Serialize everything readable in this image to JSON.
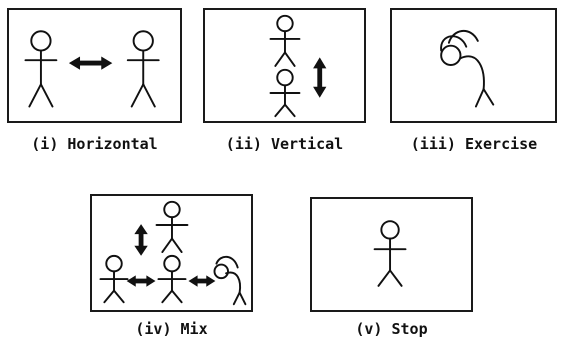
{
  "panels": [
    {
      "id": "i",
      "caption": "(i) Horizontal"
    },
    {
      "id": "ii",
      "caption": "(ii) Vertical"
    },
    {
      "id": "iii",
      "caption": "(iii) Exercise"
    },
    {
      "id": "iv",
      "caption": "(iv) Mix"
    },
    {
      "id": "v",
      "caption": "(v) Stop"
    }
  ],
  "colors": {
    "stroke": "#111111",
    "background": "#ffffff"
  },
  "icons": [
    "stick-figure-icon",
    "double-arrow-icon",
    "bending-figure-icon"
  ]
}
